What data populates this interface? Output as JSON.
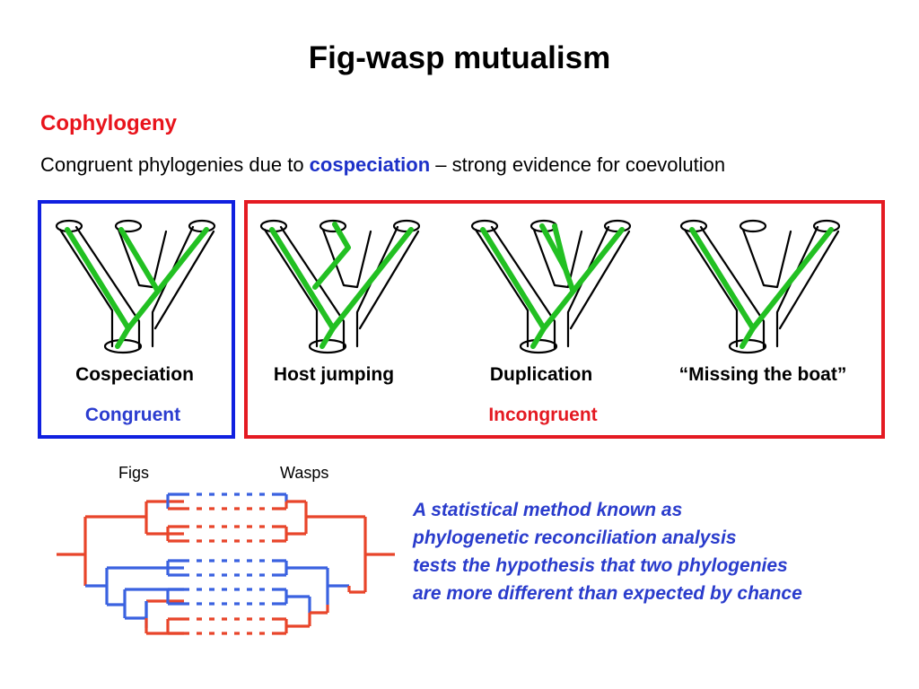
{
  "title": "Fig-wasp mutualism",
  "heading": "Cophylogeny",
  "subtitle": {
    "before": "Congruent phylogenies due to ",
    "keyword": "cospeciation",
    "after": " – strong evidence for coevolution"
  },
  "scenarios": [
    {
      "name": "Cospeciation"
    },
    {
      "name": "Host jumping"
    },
    {
      "name": "Duplication"
    },
    {
      "name": "“Missing the boat”"
    }
  ],
  "groups": {
    "congruent": "Congruent",
    "incongruent": "Incongruent"
  },
  "tanglegram": {
    "left_label": "Figs",
    "right_label": "Wasps"
  },
  "statement": [
    "A statistical method known as",
    "phylogenetic reconciliation analysis",
    "tests the hypothesis that two phylogenies",
    "are more different than expected by chance"
  ],
  "colors": {
    "title": "#000000",
    "heading": "#e8141c",
    "keyword": "#1c30c8",
    "congruent_box": "#1020e0",
    "incongruent_box": "#e41a22",
    "congruent_text": "#2b3ccf",
    "incongruent_text": "#e41a22",
    "parasite_lineage": "#22c022",
    "fig_red": "#e8452a",
    "fig_blue": "#3a62e0",
    "statement": "#2a3ccc"
  }
}
